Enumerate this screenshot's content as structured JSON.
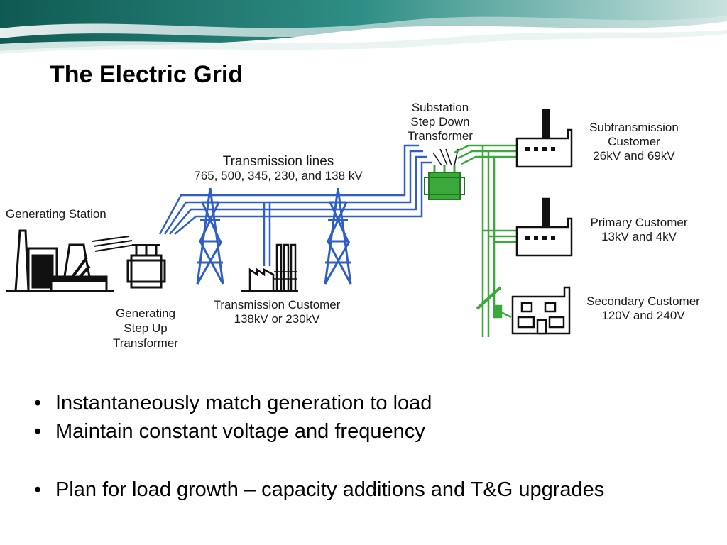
{
  "slide": {
    "title": "The Electric Grid"
  },
  "diagram": {
    "labels": {
      "generating_station": "Generating Station",
      "step_up_line1": "Generating",
      "step_up_line2": "Step Up",
      "step_up_line3": "Transformer",
      "transmission_lines": "Transmission lines",
      "transmission_voltages": "765, 500, 345, 230, and 138 kV",
      "transmission_customer_line1": "Transmission Customer",
      "transmission_customer_line2": "138kV or 230kV",
      "substation_line1": "Substation",
      "substation_line2": "Step Down",
      "substation_line3": "Transformer",
      "subtransmission_line1": "Subtransmission",
      "subtransmission_line2": "Customer",
      "subtransmission_line3": "26kV and 69kV",
      "primary_line1": "Primary Customer",
      "primary_line2": "13kV and 4kV",
      "secondary_line1": "Secondary Customer",
      "secondary_line2": "120V and 240V"
    },
    "colors": {
      "transmission": "#2f5fc4",
      "distribution": "#3aa83a",
      "structure": "#111111"
    }
  },
  "bullets": [
    "Instantaneously match generation to load",
    "Maintain constant voltage and frequency",
    "Plan for load growth – capacity additions and T&G upgrades"
  ]
}
